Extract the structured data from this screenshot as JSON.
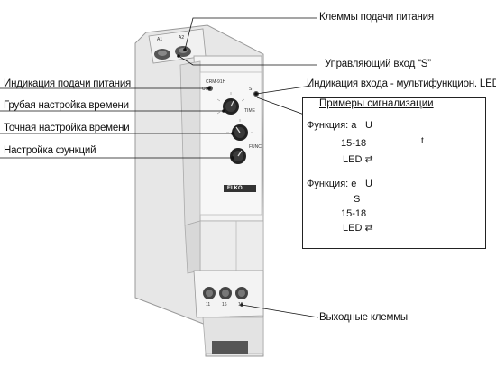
{
  "labels": {
    "power_terminals": "Клеммы подачи питания",
    "control_input": "Управляющий вход “S”",
    "power_indication": "Индикация подачи питания",
    "input_indication": "Индикация входа - мультифункцион. LED",
    "coarse_time": "Грубая настройка времени",
    "fine_time": "Точная настройка времени",
    "function_setting": "Настройка функций",
    "output_terminals": "Выходные клеммы"
  },
  "device": {
    "model": "CRM-91H",
    "brand": "ELKO",
    "led_un": "Un",
    "led_s": "S",
    "time_label": "TIME",
    "func_label": "FUNC",
    "terminals_bottom": [
      "11",
      "16",
      "18"
    ],
    "terminals_top": [
      "A1",
      "A2"
    ]
  },
  "examples": {
    "title": "Примеры сигнализации",
    "func_a": {
      "header": "Функция: a",
      "rows": [
        "U",
        "15-18",
        "LED ⇄"
      ],
      "t_label": "t"
    },
    "func_e": {
      "header": "Функция: e",
      "rows": [
        "U",
        "S",
        "15-18",
        "LED ⇄"
      ]
    }
  },
  "colors": {
    "yellow": "#f1dc1c",
    "black": "#000000",
    "gray": "#cccccc"
  }
}
